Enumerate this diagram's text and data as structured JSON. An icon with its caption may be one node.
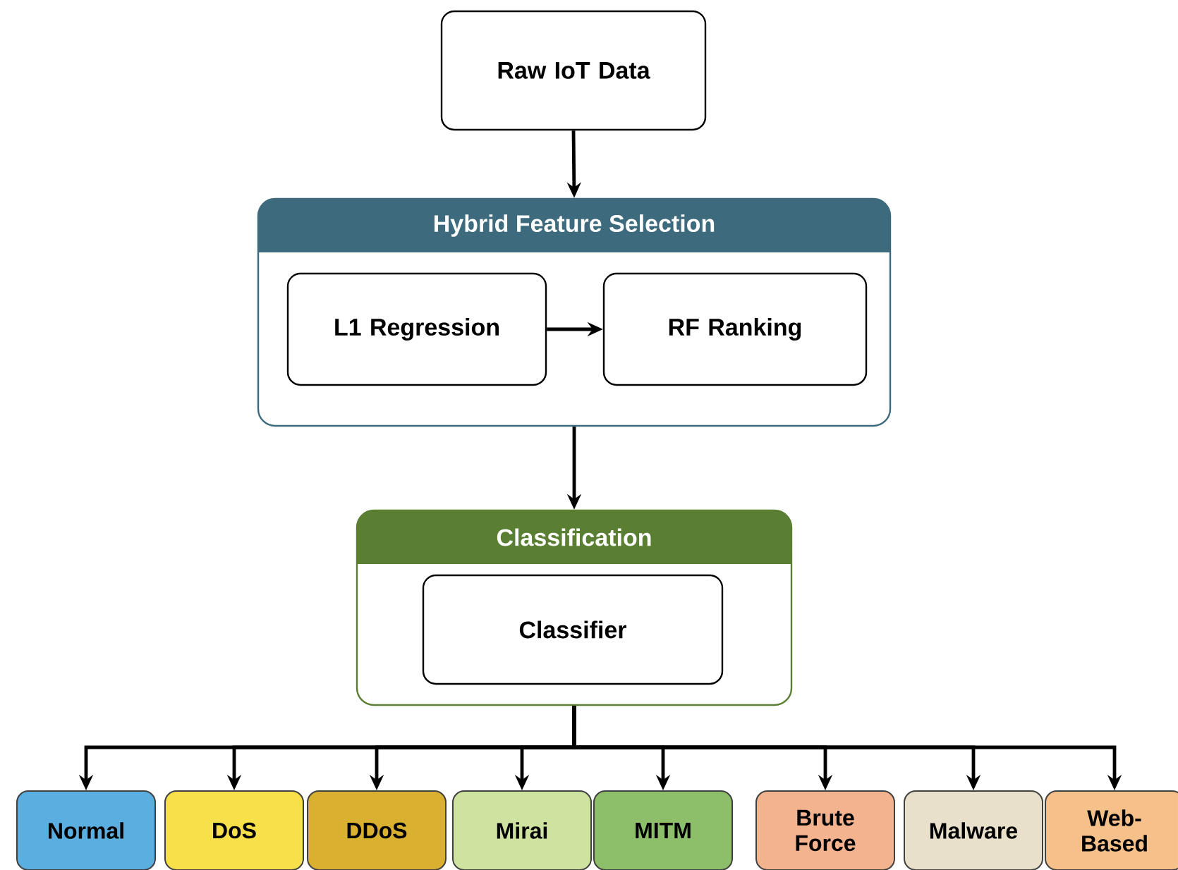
{
  "diagram": {
    "nodes": [
      {
        "text": [
          "Raw IoT Data"
        ]
      },
      {
        "text": [
          "Hybrid Feature Selection"
        ]
      },
      {
        "text": [
          "L1 Regression"
        ],
        "in": 1
      },
      {
        "text": [
          "RF Ranking"
        ],
        "in": 1
      },
      {
        "text": [
          "Classification"
        ]
      },
      {
        "text": [
          "Classifier"
        ],
        "in": 4
      },
      {
        "text": [
          "Normal"
        ]
      },
      {
        "text": [
          "DoS"
        ]
      },
      {
        "text": [
          "DDoS"
        ]
      },
      {
        "text": [
          "Mirai"
        ]
      },
      {
        "text": [
          "MITM"
        ]
      },
      {
        "text": [
          "Brute Force"
        ]
      },
      {
        "text": [
          "Malware"
        ]
      },
      {
        "text": [
          "Web-Based"
        ]
      }
    ],
    "edges": [
      {
        "from": 0,
        "to": 1,
        "arrow": "to"
      },
      {
        "from": 2,
        "to": 3,
        "arrow": "to"
      },
      {
        "from": 1,
        "to": 4,
        "arrow": "to"
      },
      {
        "from": 4,
        "to": 6,
        "arrow": "to"
      },
      {
        "from": 4,
        "to": 7,
        "arrow": "to"
      },
      {
        "from": 4,
        "to": 8,
        "arrow": "to"
      },
      {
        "from": 4,
        "to": 9,
        "arrow": "to"
      },
      {
        "from": 4,
        "to": 10,
        "arrow": "to"
      },
      {
        "from": 4,
        "to": 11,
        "arrow": "to"
      },
      {
        "from": 4,
        "to": 12,
        "arrow": "to"
      },
      {
        "from": 4,
        "to": 13,
        "arrow": "to"
      }
    ]
  }
}
